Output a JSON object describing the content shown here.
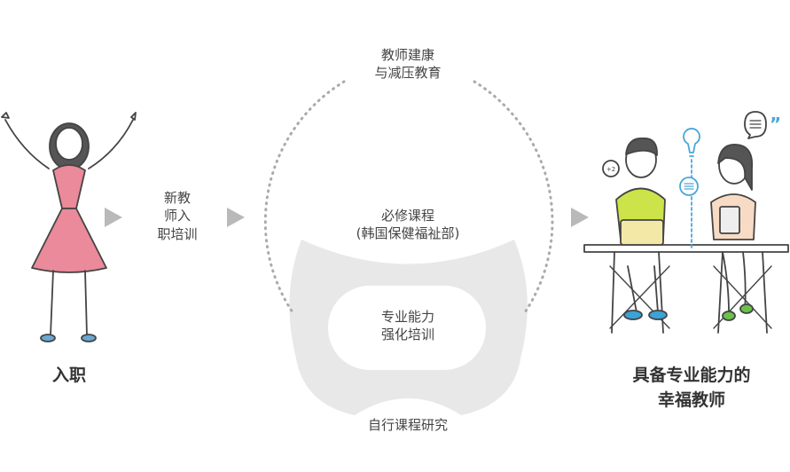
{
  "onboarding": {
    "label": "入职"
  },
  "step_new_teacher": {
    "line1": "新教",
    "line2": "师入",
    "line3": "职培训"
  },
  "circle": {
    "health": {
      "line1": "教师建康",
      "line2": "与减压教育"
    },
    "required": {
      "line1": "必修课程",
      "line2": "(韩国保健福祉部)"
    },
    "competency": {
      "line1": "专业能力",
      "line2": "强化培训"
    },
    "self_study": {
      "label": "自行课程研究"
    }
  },
  "outcome": {
    "line1": "具备专业能力的",
    "line2": "幸福教师"
  },
  "badge": {
    "text": "+2"
  },
  "colors": {
    "arrow": "#b9b9b9",
    "band": "#e8e8e8",
    "dotted": "#aaaaaa",
    "dress": "#ea8a9a",
    "shirt_boy": "#cde34a",
    "laptop": "#f4e8a6",
    "shoes_boy": "#3aa3d8",
    "shoes_girl": "#6bc14b",
    "bulb": "#4aa7d9",
    "girl_pants": "#f2d7df"
  }
}
